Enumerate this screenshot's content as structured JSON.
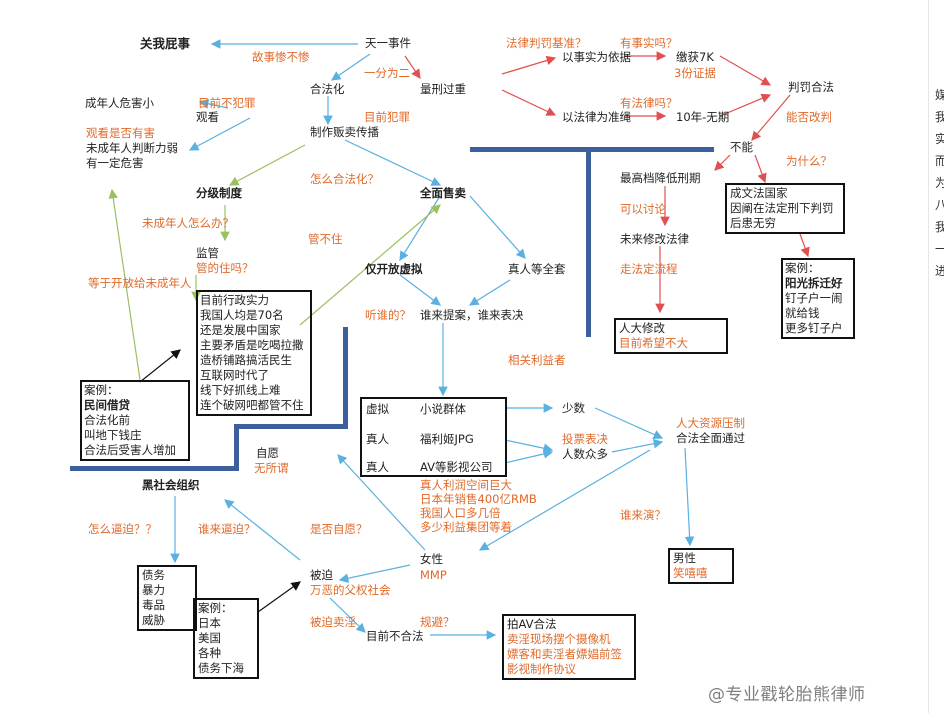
{
  "nodes": {
    "start": "天一事件",
    "guanwo": "关我屁事",
    "gushi": "故事惨不惨",
    "yifenweier": "一分为二",
    "hefahua": "合法化",
    "liangxing": "量刑过重",
    "muqian_bufanzui": "目前不犯罪",
    "muqian_fanzui": "目前犯罪",
    "chengnianren": "成年人危害小",
    "guankan": "观看",
    "zhizuo": "制作贩卖传播",
    "guankan_youhai": "观看是否有害",
    "weichengnian_panduan": "未成年人判断力弱",
    "youyiding": "有一定危害",
    "fenji": "分级制度",
    "zenme_hefa": "怎么合法化？",
    "quanmian": "全面售卖",
    "weichengnian_ban": "未成年人怎么办？",
    "jianguan": "监管",
    "guandezhu": "管的住吗？",
    "guanbuzhu": "管不住",
    "jin_xuni": "仅开放虚拟",
    "zhenren_quantao": "真人等全套",
    "dengyu": "等于开放给未成年人",
    "tingshui": "听谁的？",
    "shui_tian": "谁来提案，谁来表决",
    "xiangguan": "相关利益者",
    "ziyuan": "自愿",
    "wusuowei": "无所谓",
    "heishehui": "黑社会组织",
    "zenme_bipo": "怎么逼迫？？",
    "shei_bipo": "谁来逼迫？",
    "shifou_ziyuan": "是否自愿？",
    "nvxing": "女性",
    "mmp": "MMP",
    "bipo": "被迫",
    "wane": "万恶的父权社会",
    "bipo_maiyin": "被迫卖淫",
    "guibi": "规避？",
    "muqian_buhefa": "目前不合法",
    "shaoshu": "少数",
    "toupiao": "投票表决",
    "renshu": "人数众多",
    "renda_ziyuan": "人大资源压制",
    "hefa_quanmian": "合法全面通过",
    "shei_lai_yan": "谁来演？",
    "nanxing": "男性",
    "falv_panjue": "法律判罚基准？",
    "you_shishi": "有事实吗？",
    "yi_shishi": "以事实为依据",
    "jiaona": "缴获7K",
    "san_zhengju": "3份证据",
    "panfa": "判罚合法",
    "neng_gaipan": "能否改判",
    "you_falv": "有法律吗？",
    "yi_falv": "以法律为准绳",
    "shinian": "10年-无期",
    "buneng": "不能",
    "weishenme": "为什么？",
    "zuigao": "最高档降低刑期",
    "keyi_taolun": "可以讨论",
    "weilai": "未来修改法律",
    "zou_liucheng": "走法定流程"
  },
  "boxes": {
    "regime": [
      "目前行政实力",
      "我国人均是70名",
      "还是发展中国家",
      "主要矛盾是吃喝拉撒",
      "造桥铺路搞活民生",
      "互联网时代了",
      "线下好抓线上难",
      "连个破网吧都管不住"
    ],
    "case_loan": {
      "title": "案例：",
      "name": "民间借贷",
      "lines": [
        "合法化前",
        "叫地下钱庄",
        "合法后受害人增加"
      ]
    },
    "stakeholders": [
      {
        "kind": "虚拟",
        "who": "小说群体"
      },
      {
        "kind": "真人",
        "who": "福利姬JPG"
      },
      {
        "kind": "真人",
        "who": "AV等影视公司"
      }
    ],
    "stake_notes": [
      "真人利润空间巨大",
      "日本年销售400亿RMB",
      "我国人口多几倍",
      "多少利益集团等着"
    ],
    "crimes": [
      "债务",
      "暴力",
      "毒品",
      "威胁"
    ],
    "case_countries": [
      "案例：",
      "日本",
      "美国",
      "各种",
      "债务下海"
    ],
    "av_legal": {
      "title": "拍AV合法",
      "lines": [
        "卖淫现场摆个摄像机",
        "嫖客和卖淫者嫖娼前签",
        "影视制作协议"
      ]
    },
    "male": {
      "title": "男性",
      "note": "笑嘻嘻"
    },
    "npc": {
      "title": "人大修改",
      "note": "目前希望不大"
    },
    "constitution": [
      "成文法国家",
      "因阐在法定刑下判罚",
      "后患无穷"
    ],
    "case_nail": {
      "title": "案例：",
      "name": "阳光拆迁好",
      "lines": [
        "钉子户一闹",
        "就给钱",
        "更多钉子户"
      ]
    }
  },
  "sidebar_chars": [
    "媒",
    "我",
    "实",
    "而",
    "为",
    "八",
    "我",
    "一",
    "进"
  ],
  "watermark": "@专业戳轮胎熊律师",
  "colors": {
    "accent": "#e06a2a",
    "arrow_blue": "#5ab0e0",
    "arrow_red": "#e05050",
    "arrow_green": "#9bc060",
    "bar": "#3d5f9c"
  }
}
